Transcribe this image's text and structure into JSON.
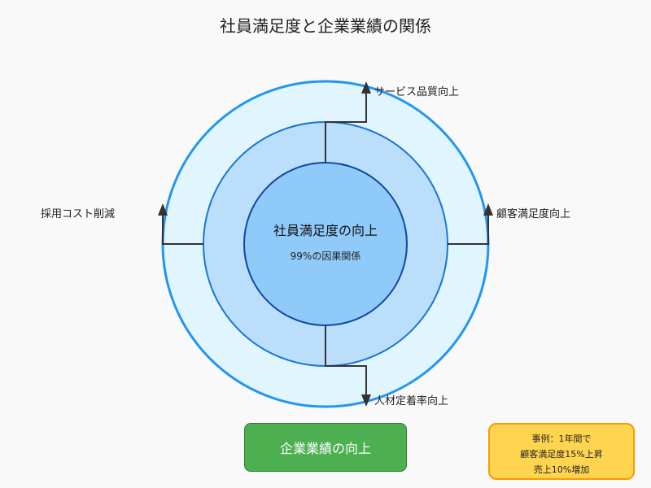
{
  "title": "社員満足度と企業業績の関係",
  "center": {
    "title": "社員満足度の向上",
    "subtitle": "99%の因果関係"
  },
  "outcomes": {
    "top": "サービス品質向上",
    "right": "顧客満足度向上",
    "bottom": "人材定着率向上",
    "left": "採用コスト削減"
  },
  "result": "企業業績の向上",
  "example": {
    "line1": "事例：1年間で",
    "line2": "顧客満足度15%上昇",
    "line3": "売上10%増加"
  },
  "colors": {
    "outer_ring_fill": "#e1f5fe",
    "outer_ring_stroke": "#2196f3",
    "middle_ring_fill": "#bbdefb",
    "middle_ring_stroke": "#1976d2",
    "inner_circle_fill": "#90caf9",
    "inner_circle_stroke": "#0d47a1",
    "result_fill": "#4caf50",
    "example_fill": "#ffd54f",
    "example_stroke": "#ff9800",
    "connector": "#333333"
  }
}
